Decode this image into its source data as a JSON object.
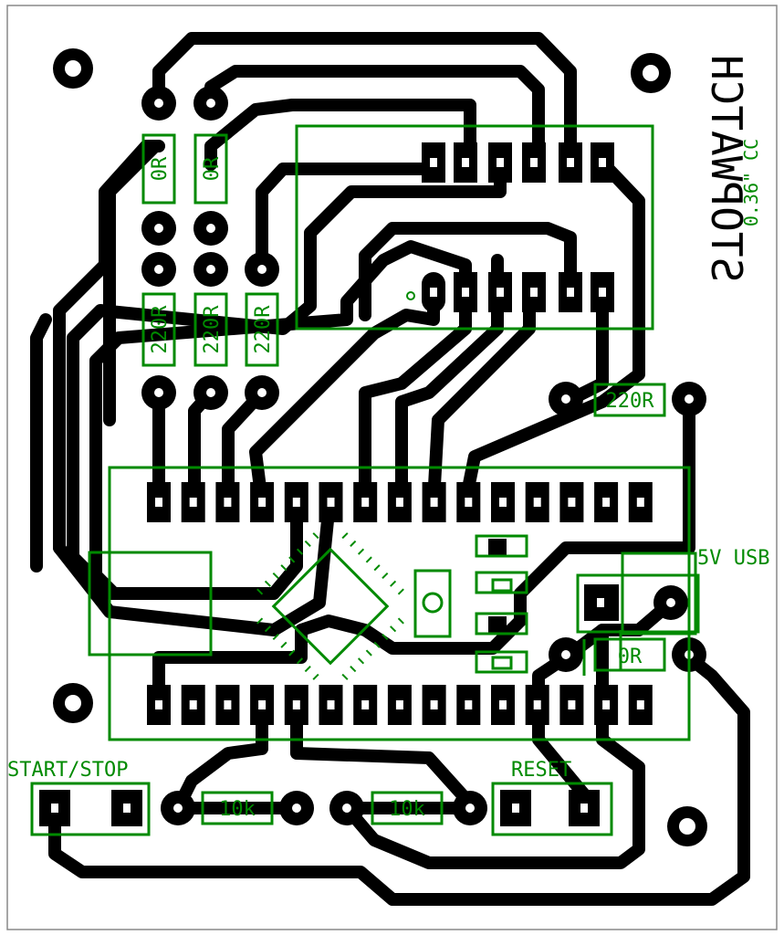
{
  "board": {
    "title": "STOPWATCH",
    "display_code": "0.36\" CC",
    "usb_label": "5V USB",
    "start_stop_label": "START/STOP",
    "reset_label": "RESET"
  },
  "resistors": {
    "r_0_a": "0R",
    "r_0_b": "0R",
    "r_220_a": "220R",
    "r_220_b": "220R",
    "r_220_c": "220R",
    "r_220_d": "220R",
    "r_0_c": "0R",
    "r_10k_a": "10k",
    "r_10k_b": "10k"
  },
  "colors": {
    "copper": "#000000",
    "silkscreen": "#008a00",
    "board": "#ffffff"
  }
}
